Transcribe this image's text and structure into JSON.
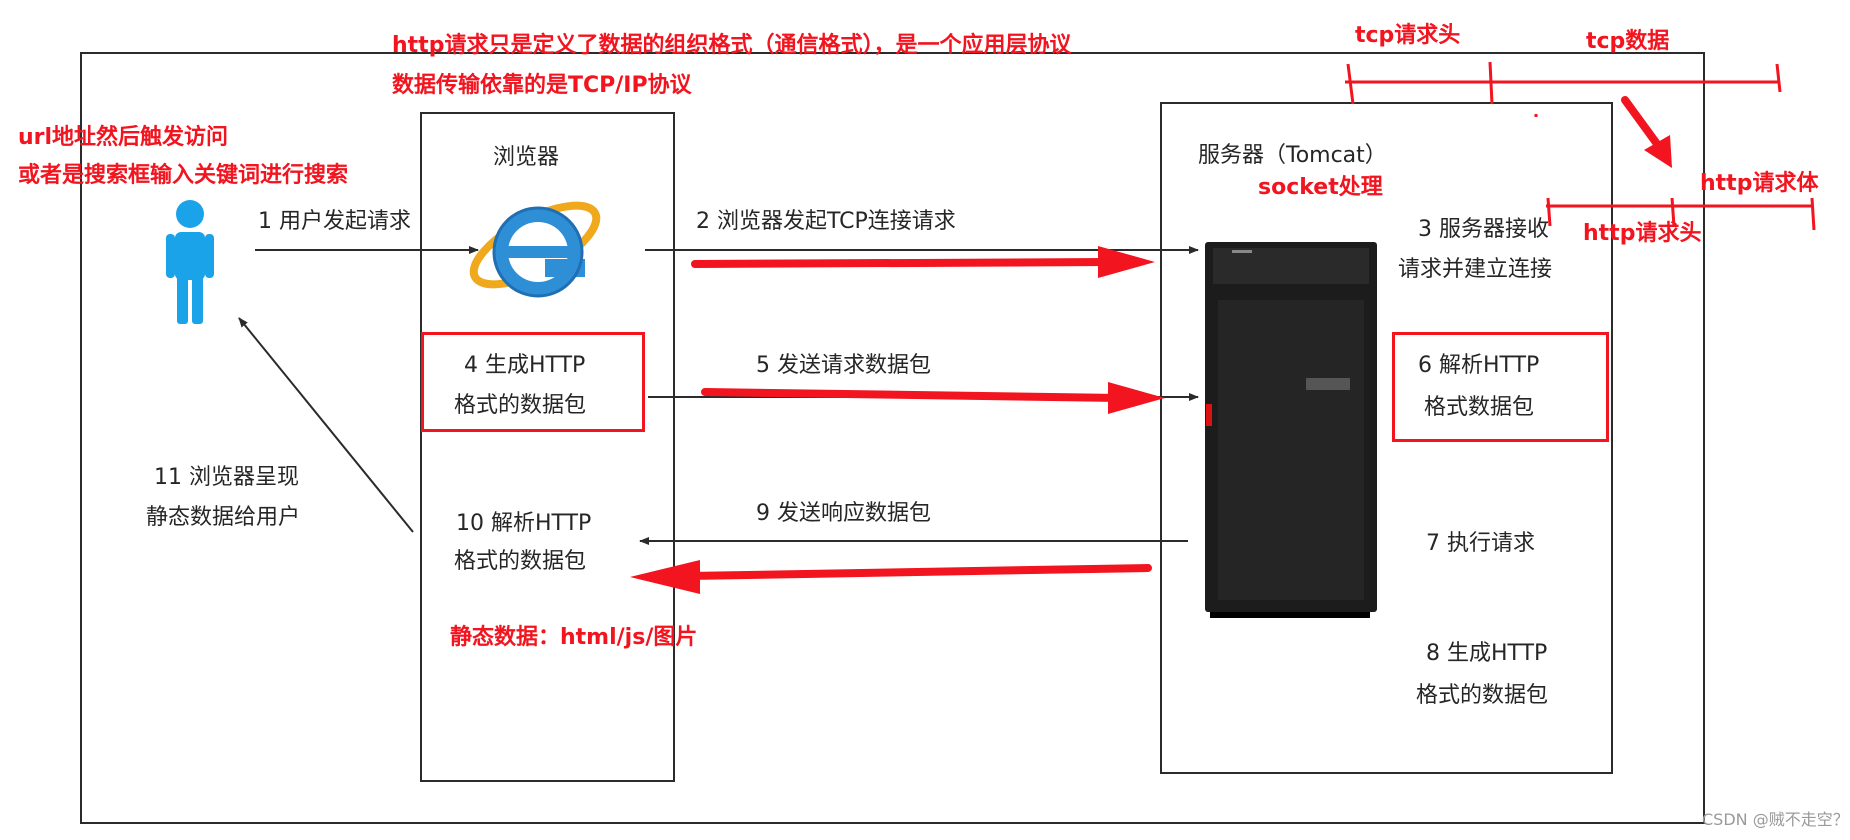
{
  "colors": {
    "annotation": "#f2141e",
    "text": "#262626",
    "line": "#2b2b2b",
    "person": "#1aa3e8"
  },
  "annotations": {
    "protocol_line1": "http请求只是定义了数据的组织格式（通信格式），是一个应用层协议",
    "protocol_line2": "数据传输依靠的是TCP/IP协议",
    "url_line1": "url地址然后触发访问",
    "url_line2": "或者是搜索框输入关键词进行搜索",
    "socket": "socket处理",
    "static_data": "静态数据：html/js/图片",
    "tcp_header": "tcp请求头",
    "tcp_data": "tcp数据",
    "http_body": "http请求体",
    "http_header": "http请求头"
  },
  "browser": {
    "title": "浏览器",
    "icon": "internet-explorer-icon"
  },
  "server": {
    "title": "服务器（Tomcat）",
    "icon": "tower-server-icon"
  },
  "steps": {
    "s1": "1 用户发起请求",
    "s2": "2 浏览器发起TCP连接请求",
    "s3_l1": "3 服务器接收",
    "s3_l2": "请求并建立连接",
    "s4_l1": "4 生成HTTP",
    "s4_l2": "格式的数据包",
    "s5": "5 发送请求数据包",
    "s6_l1": "6 解析HTTP",
    "s6_l2": "格式数据包",
    "s7": "7 执行请求",
    "s8_l1": "8 生成HTTP",
    "s8_l2": "格式的数据包",
    "s9": "9 发送响应数据包",
    "s10_l1": "10 解析HTTP",
    "s10_l2": "格式的数据包",
    "s11_l1": "11 浏览器呈现",
    "s11_l2": "静态数据给用户"
  },
  "watermark": "CSDN @贼不走空？"
}
